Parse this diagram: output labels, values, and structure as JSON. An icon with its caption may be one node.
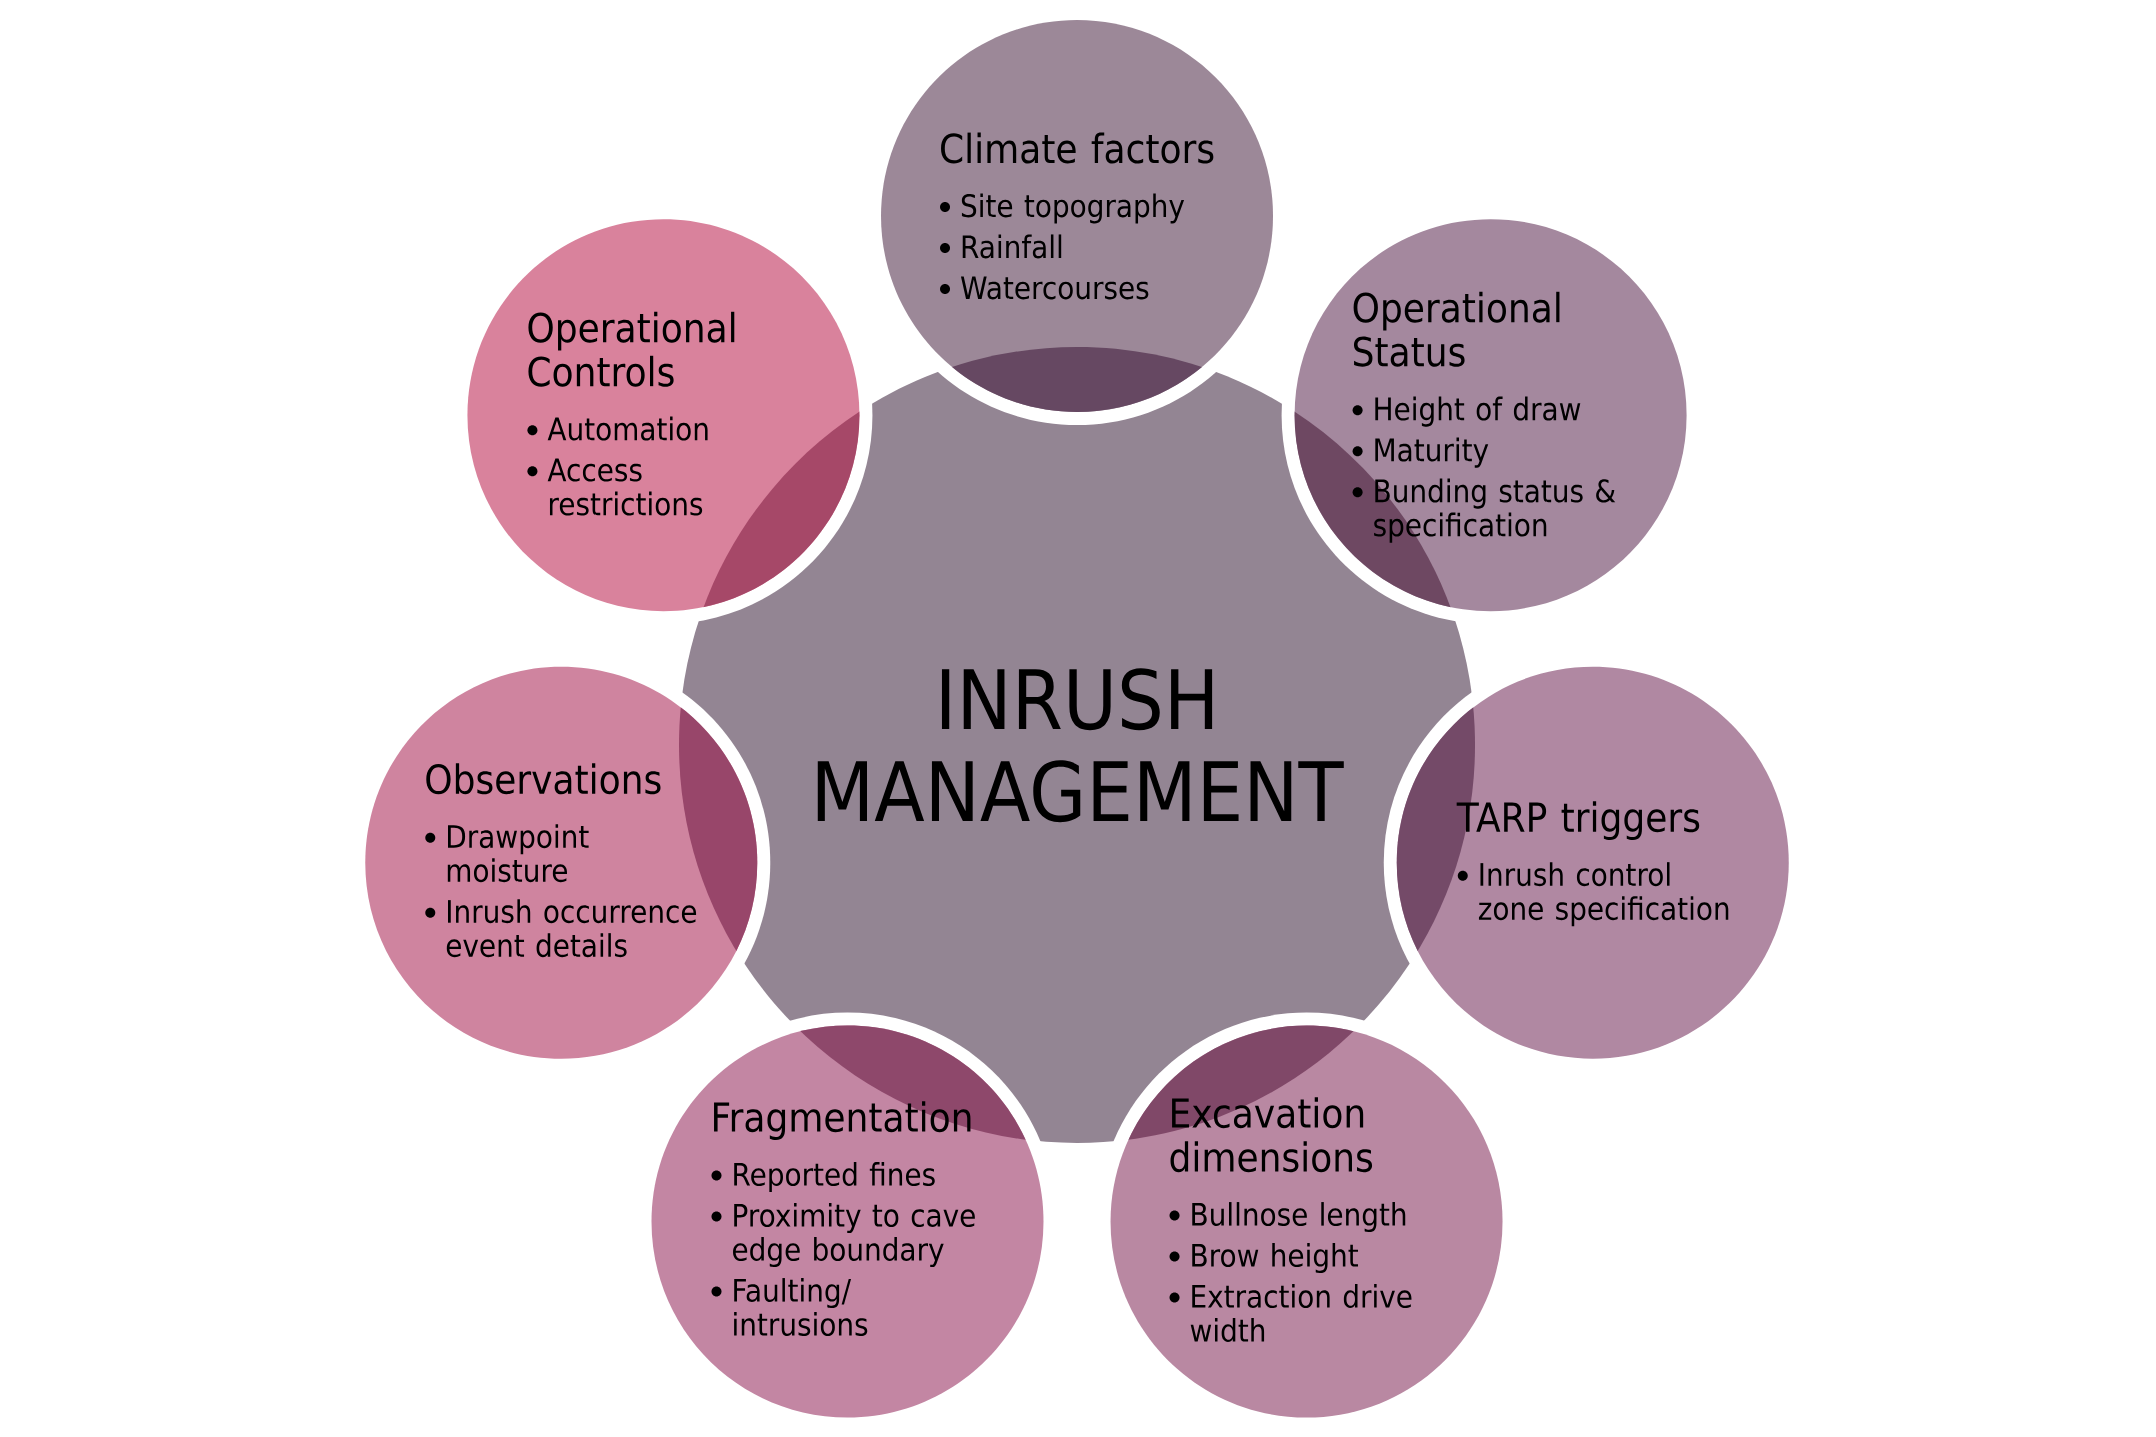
{
  "diagram": {
    "nodes": [
      {
        "text": [
          "INRUSH MANAGEMENT"
        ]
      },
      {
        "text": [
          "Climate factors",
          "Site topography",
          "Rainfall",
          "Watercourses"
        ]
      },
      {
        "text": [
          "Operational Status",
          "Height of draw",
          "Maturity",
          "Bunding status & specification"
        ]
      },
      {
        "text": [
          "TARP triggers",
          "Inrush control zone specification"
        ]
      },
      {
        "text": [
          "Excavation dimensions",
          "Bullnose length",
          "Brow height",
          "Extraction drive width"
        ]
      },
      {
        "text": [
          "Fragmentation",
          "Reported fines",
          "Proximity to cave edge boundary",
          "Faulting/ intrusions"
        ]
      },
      {
        "text": [
          "Observations",
          "Drawpoint moisture",
          "Inrush occurrence event details"
        ]
      },
      {
        "text": [
          "Operational Controls",
          "Automation",
          "Access restrictions"
        ]
      }
    ]
  }
}
